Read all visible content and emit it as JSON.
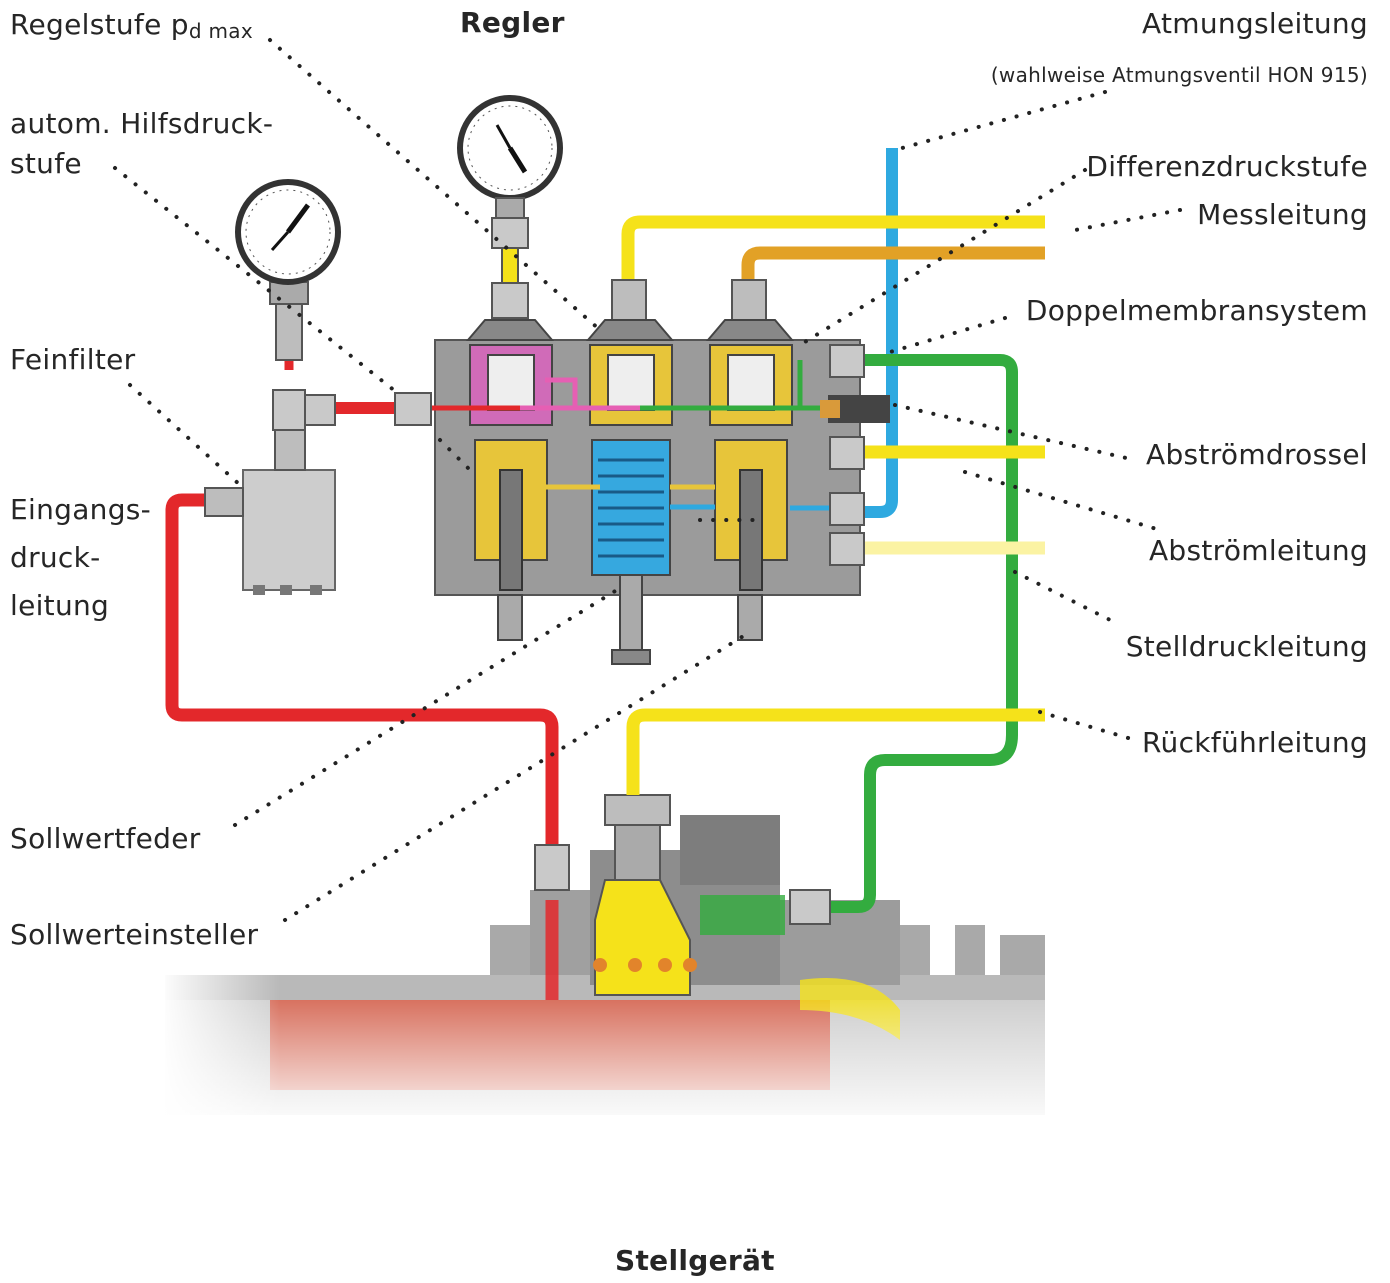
{
  "title_top": "Regler",
  "title_bottom": "Stellgerät",
  "labels": {
    "regelstufe_main": "Regelstufe p",
    "regelstufe_sub": "d max",
    "hilfsdruck": "autom. Hilfsdruck-\nstufe",
    "feinfilter": "Feinfilter",
    "eingangsdruck": "Eingangs-\ndruck-\nleitung",
    "sollwertfeder": "Sollwertfeder",
    "sollwerteinsteller": "Sollwerteinsteller",
    "atmungsleitung": "Atmungsleitung",
    "atmungsventil": "(wahlweise Atmungsventil HON 915)",
    "differenzdruckstufe": "Differenzdruckstufe",
    "messleitung": "Messleitung",
    "doppelmembransystem": "Doppelmembransystem",
    "abstroemdrossel": "Abströmdrossel",
    "abstroemleitung": "Abströmleitung",
    "stelldruckleitung": "Stelldruckleitung",
    "rueckfuehrleitung": "Rückführleitung"
  },
  "colors": {
    "red": "#e3282b",
    "yellow": "#f5e21a",
    "orange": "#e2a126",
    "blue": "#2ea9e0",
    "green": "#33ac3f",
    "pale_yellow": "#fbf3a3",
    "magenta": "#e65fb3",
    "body_grey": "#9b9b9b",
    "dark_grey": "#666666",
    "leader_dots": "#222222"
  },
  "icons": [
    "pressure-gauge-icon",
    "pressure-gauge-icon"
  ]
}
